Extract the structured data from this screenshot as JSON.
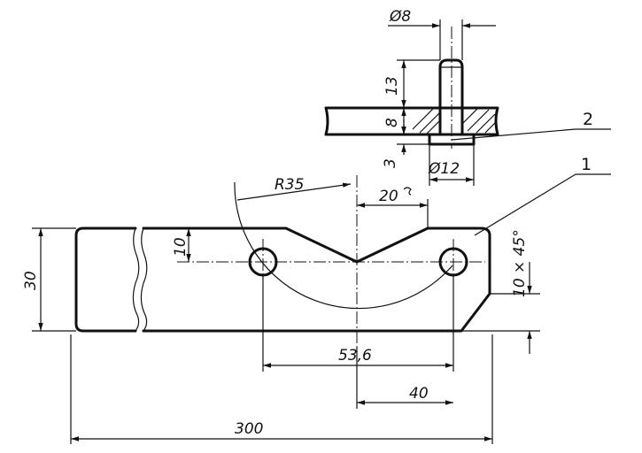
{
  "dimensions": {
    "dia_pin": "Ø8",
    "pin_height": "13",
    "plate_thickness": "8",
    "shoulder_height": "3",
    "dia_shoulder": "Ø12",
    "radius": "R35",
    "angle_offset": "20",
    "notch_depth": "10",
    "chamfer": "10 × 45°",
    "height": "30",
    "hole_spacing": "53,6",
    "hole_to_center": "40",
    "length": "300"
  },
  "callouts": {
    "part_1": "1",
    "part_2": "2"
  }
}
